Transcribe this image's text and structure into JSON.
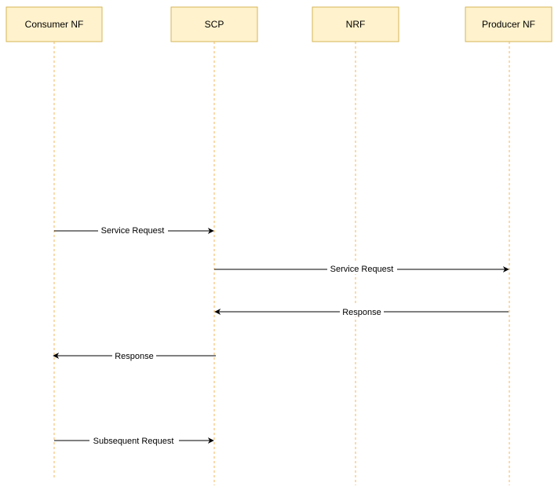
{
  "participants": [
    {
      "id": "consumer",
      "label": "Consumer NF"
    },
    {
      "id": "scp",
      "label": "SCP"
    },
    {
      "id": "nrf",
      "label": "NRF"
    },
    {
      "id": "producer",
      "label": "Producer NF"
    }
  ],
  "messages": [
    {
      "id": "service-request-1",
      "from": "consumer",
      "to": "scp",
      "label": "Service Request"
    },
    {
      "id": "service-request-2",
      "from": "scp",
      "to": "producer",
      "label": "Service Request"
    },
    {
      "id": "response-1",
      "from": "producer",
      "to": "scp",
      "label": "Response"
    },
    {
      "id": "response-2",
      "from": "scp",
      "to": "consumer",
      "label": "Response"
    },
    {
      "id": "subsequent-request",
      "from": "consumer",
      "to": "scp",
      "label": "Subsequent Request"
    }
  ],
  "colors": {
    "participant_fill": "#fff2cc",
    "participant_stroke": "#d6b656",
    "lifeline": "#f5b55a",
    "arrow": "#000000"
  }
}
